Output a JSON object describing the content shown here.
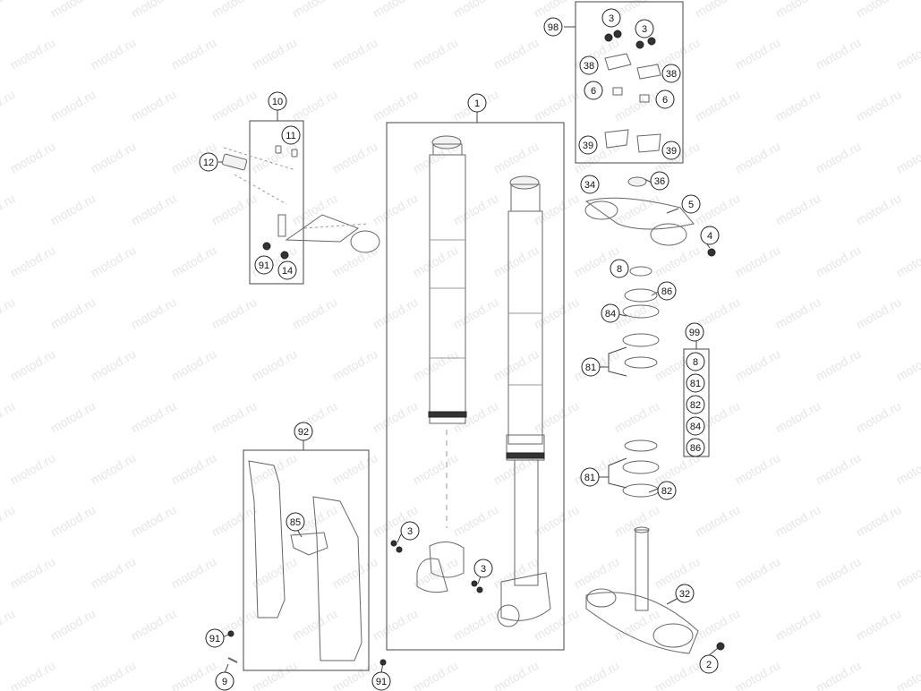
{
  "watermark": "motod.ru",
  "callouts": {
    "c1": "1",
    "c2": "2",
    "c3a": "3",
    "c3b": "3",
    "c3c": "3",
    "c3d": "3",
    "c4": "4",
    "c5": "5",
    "c6a": "6",
    "c6b": "6",
    "c8a": "8",
    "c8b": "8",
    "c9": "9",
    "c10": "10",
    "c11": "11",
    "c12": "12",
    "c14": "14",
    "c32": "32",
    "c34": "34",
    "c36": "36",
    "c38a": "38",
    "c38b": "38",
    "c39a": "39",
    "c39b": "39",
    "c81a": "81",
    "c81b": "81",
    "c81c": "81",
    "c82a": "82",
    "c82b": "82",
    "c84a": "84",
    "c84b": "84",
    "c85": "85",
    "c86a": "86",
    "c86b": "86",
    "c91a": "91",
    "c91b": "91",
    "c91c": "91",
    "c92": "92",
    "c98": "98",
    "c99": "99"
  }
}
